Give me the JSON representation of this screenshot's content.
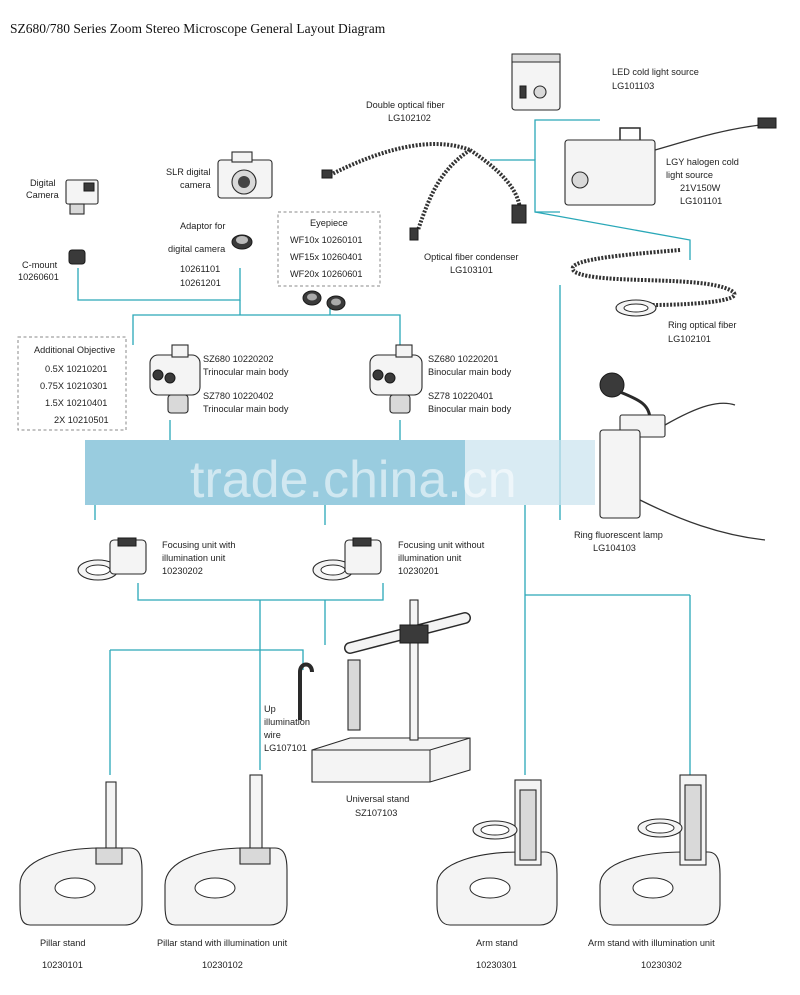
{
  "title": "SZ680/780 Series Zoom Stereo Microscope General Layout Diagram",
  "watermark": "trade.china.cn",
  "colors": {
    "connector": "#2aa8b8",
    "watermark_band": "#8ec7dc",
    "line": "#2a2a2a"
  },
  "components": {
    "digital_camera": {
      "l1": "Digital",
      "l2": "Camera"
    },
    "slr_camera": {
      "l1": "SLR digital",
      "l2": "camera"
    },
    "c_mount": {
      "l1": "C-mount",
      "l2": "10260601"
    },
    "adaptor": {
      "l1": "Adaptor for",
      "l2": "digital camera",
      "l3": "10261101",
      "l4": "10261201"
    },
    "eyepiece": {
      "heading": "Eyepiece",
      "r1": "WF10x  10260101",
      "r2": "WF15x  10260401",
      "r3": "WF20x  10260601"
    },
    "double_fiber": {
      "l1": "Double optical fiber",
      "l2": "LG102102"
    },
    "led_source": {
      "l1": "LED cold light source",
      "l2": "LG101103"
    },
    "halogen_source": {
      "l1": "LGY halogen cold",
      "l2": "light source",
      "l3": "21V150W",
      "l4": "LG101101"
    },
    "condenser": {
      "l1": "Optical fiber condenser",
      "l2": "LG103101"
    },
    "ring_fiber": {
      "l1": "Ring optical fiber",
      "l2": "LG102101"
    },
    "additional_objective": {
      "heading": "Additional Objective",
      "r1": "0.5X 10210201",
      "r2": "0.75X 10210301",
      "r3": "1.5X 10210401",
      "r4": "2X 10210501"
    },
    "trinocular": {
      "l1": "SZ680      10220202",
      "l2": "Trinocular main body",
      "l3": "SZ780      10220402",
      "l4": "Trinocular main body"
    },
    "binocular": {
      "l1": "SZ680      10220201",
      "l2": "Binocular main body",
      "l3": "SZ78        10220401",
      "l4": "Binocular main body"
    },
    "ring_lamp": {
      "l1": "Ring fluorescent lamp",
      "l2": "LG104103"
    },
    "focus_illum": {
      "l1": "Focusing unit with",
      "l2": "illumination unit",
      "l3": "10230202"
    },
    "focus_plain": {
      "l1": "Focusing unit without",
      "l2": "illumination unit",
      "l3": "10230201"
    },
    "up_wire": {
      "l1": "Up",
      "l2": "illumination",
      "l3": "wire",
      "l4": "LG107101"
    },
    "universal_stand": {
      "l1": "Universal stand",
      "l2": "SZ107103"
    },
    "pillar_stand": {
      "l1": "Pillar stand",
      "l2": "10230101"
    },
    "pillar_stand_illum": {
      "l1": "Pillar stand with illumination unit",
      "l2": "10230102"
    },
    "arm_stand": {
      "l1": "Arm stand",
      "l2": "10230301"
    },
    "arm_stand_illum": {
      "l1": "Arm stand with illumination unit",
      "l2": "10230302"
    }
  }
}
